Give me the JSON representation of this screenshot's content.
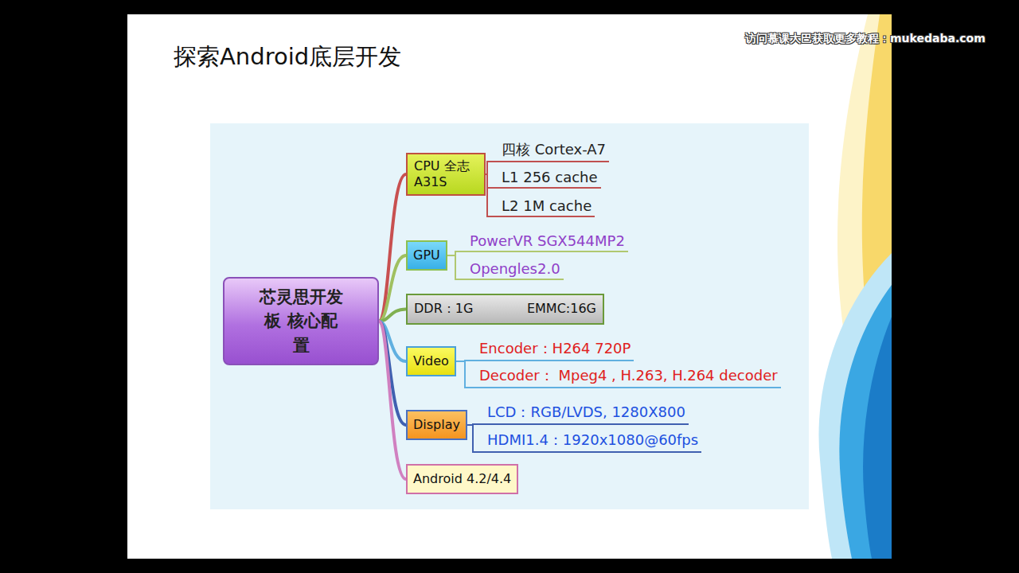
{
  "diagram": {
    "title": "探索Android底层开发",
    "nodes": [
      {
        "text": [
          "芯灵思开发板 核心配置"
        ]
      },
      {
        "text": [
          "CPU 全志A31S"
        ]
      },
      {
        "text": [
          "四核 Cortex-A7"
        ]
      },
      {
        "text": [
          "L1 256 cache"
        ]
      },
      {
        "text": [
          "L2 1M cache"
        ]
      },
      {
        "text": [
          "GPU"
        ]
      },
      {
        "text": [
          "PowerVR SGX544MP2"
        ]
      },
      {
        "text": [
          "Opengles2.0"
        ]
      },
      {
        "text": [
          "DDR：1G",
          "EMMC:16G"
        ]
      },
      {
        "text": [
          "Video"
        ]
      },
      {
        "text": [
          "Encoder：H264 720P"
        ]
      },
      {
        "text": [
          "Decoder： Mpeg4 , H.263, H.264 decoder"
        ]
      },
      {
        "text": [
          "Display"
        ]
      },
      {
        "text": [
          "LCD：RGB/LVDS, 1280X800"
        ]
      },
      {
        "text": [
          "HDMI1.4：1920x1080@60fps"
        ]
      },
      {
        "text": [
          "Android 4.2/4.4"
        ]
      }
    ],
    "edges": [
      {
        "from": 0,
        "to": 1,
        "arrow": "none"
      },
      {
        "from": 0,
        "to": 5,
        "arrow": "none"
      },
      {
        "from": 0,
        "to": 8,
        "arrow": "none"
      },
      {
        "from": 0,
        "to": 9,
        "arrow": "none"
      },
      {
        "from": 0,
        "to": 12,
        "arrow": "none"
      },
      {
        "from": 0,
        "to": 15,
        "arrow": "none"
      },
      {
        "from": 1,
        "to": 2,
        "arrow": "none"
      },
      {
        "from": 1,
        "to": 3,
        "arrow": "none"
      },
      {
        "from": 1,
        "to": 4,
        "arrow": "none"
      },
      {
        "from": 5,
        "to": 6,
        "arrow": "none"
      },
      {
        "from": 5,
        "to": 7,
        "arrow": "none"
      },
      {
        "from": 9,
        "to": 10,
        "arrow": "none"
      },
      {
        "from": 9,
        "to": 11,
        "arrow": "none"
      },
      {
        "from": 12,
        "to": 13,
        "arrow": "none"
      },
      {
        "from": 12,
        "to": 14,
        "arrow": "none"
      }
    ],
    "labels": [
      "访问慕课大巴获取更多教程：mukedaba.com"
    ]
  }
}
